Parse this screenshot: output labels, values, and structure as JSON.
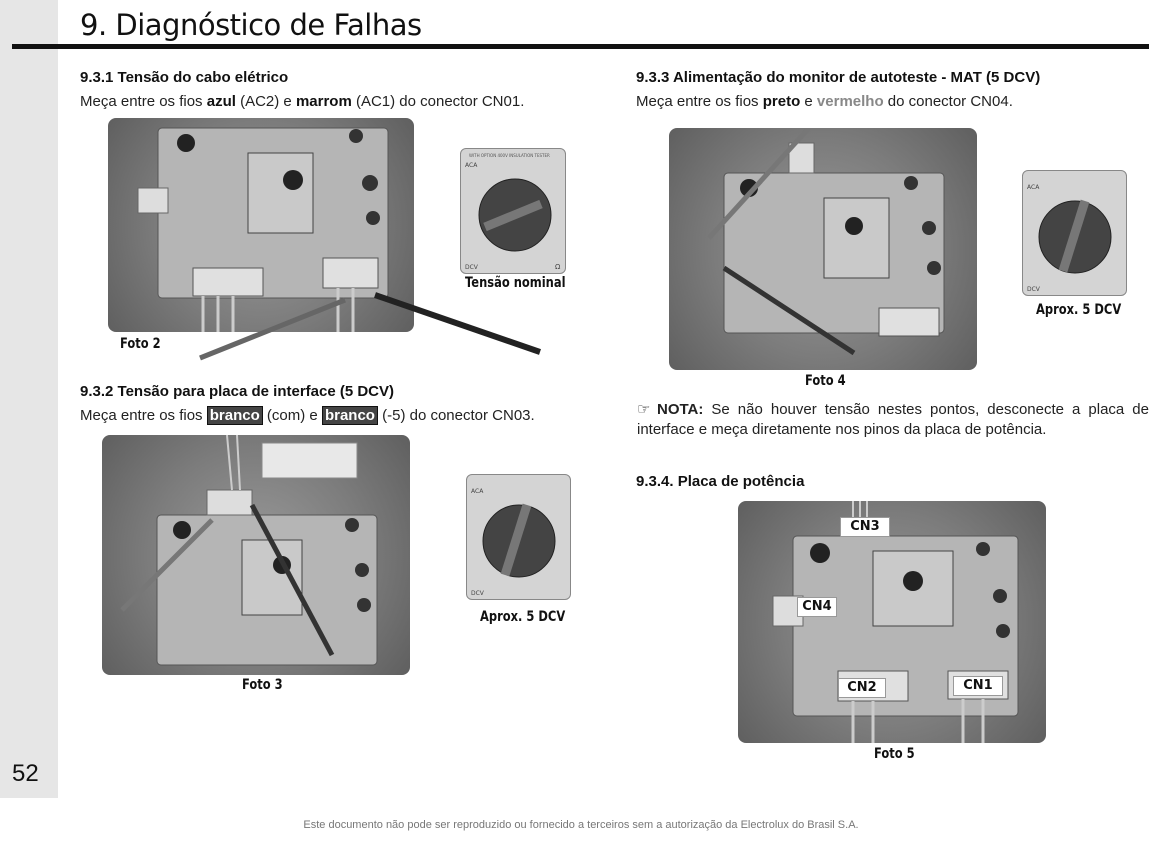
{
  "page": {
    "number": "52",
    "title": "9. Diagnóstico de Falhas",
    "footer": "Este documento não pode ser reproduzido ou fornecido a terceiros sem a autorização da Electrolux do Brasil S.A."
  },
  "s931": {
    "heading": "9.3.1 Tensão do cabo elétrico",
    "text_a": "Meça entre os fios ",
    "w1": "azul",
    "text_b": " (AC2) e ",
    "w2": "marrom",
    "text_c": " (AC1) do conector CN01.",
    "photo_caption": "Foto 2",
    "meter_caption": "Tensão nominal"
  },
  "s932": {
    "heading": "9.3.2 Tensão para placa de interface (5 DCV)",
    "text_a": "Meça entre os fios ",
    "w1": "branco",
    "text_b": " (com) e ",
    "w2": "branco",
    "text_c": " (-5) do conector CN03.",
    "photo_caption": "Foto 3",
    "meter_caption": "Aprox. 5 DCV"
  },
  "s933": {
    "heading": "9.3.3 Alimentação do monitor de autoteste - MAT (5 DCV)",
    "text_a": "Meça entre os fios ",
    "w1": "preto",
    "text_b": " e ",
    "w2": "vermelho",
    "text_c": " do conector CN04.",
    "photo_caption": "Foto 4",
    "meter_caption": "Aprox. 5 DCV"
  },
  "note": {
    "icon": "pointing-hand-icon",
    "label": "NOTA:",
    "text": " Se não houver tensão nestes pontos, desconecte a placa de interface e meça diretamente nos pinos da placa de potência."
  },
  "s934": {
    "heading": "9.3.4. Placa de potência",
    "photo_caption": "Foto 5",
    "labels": {
      "cn3": "CN3",
      "cn4": "CN4",
      "cn2": "CN2",
      "cn1": "CN1"
    }
  },
  "meter_face": {
    "top": "WITH OPTION 400V  INSULATION TESTER",
    "acv": "ACA",
    "dcv": "DCV",
    "ohm": "Ω"
  }
}
